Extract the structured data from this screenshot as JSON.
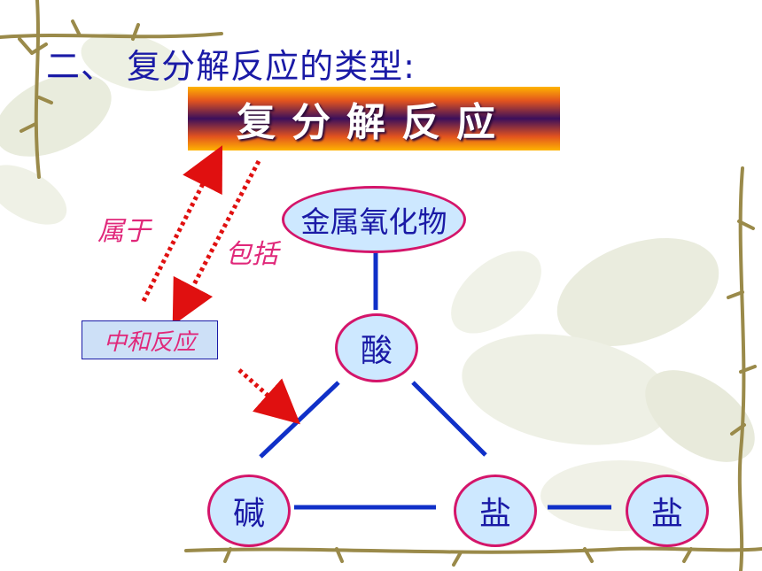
{
  "title": "二、 复分解反应的类型:",
  "banner": {
    "text": "复分解反应"
  },
  "arrows": {
    "belongs_label": "属于",
    "includes_label": "包括"
  },
  "neutralization": {
    "label": "中和反应"
  },
  "nodes": {
    "metal_oxide": "金属氧化物",
    "acid": "酸",
    "base": "碱",
    "salt_a": "盐",
    "salt_b": "盐"
  },
  "colors": {
    "title": "#1a1aa6",
    "node_border": "#d4156a",
    "node_fill": "#cde8ff",
    "connector": "#1030c8",
    "arrow": "#e01010",
    "label": "#e0287a"
  }
}
